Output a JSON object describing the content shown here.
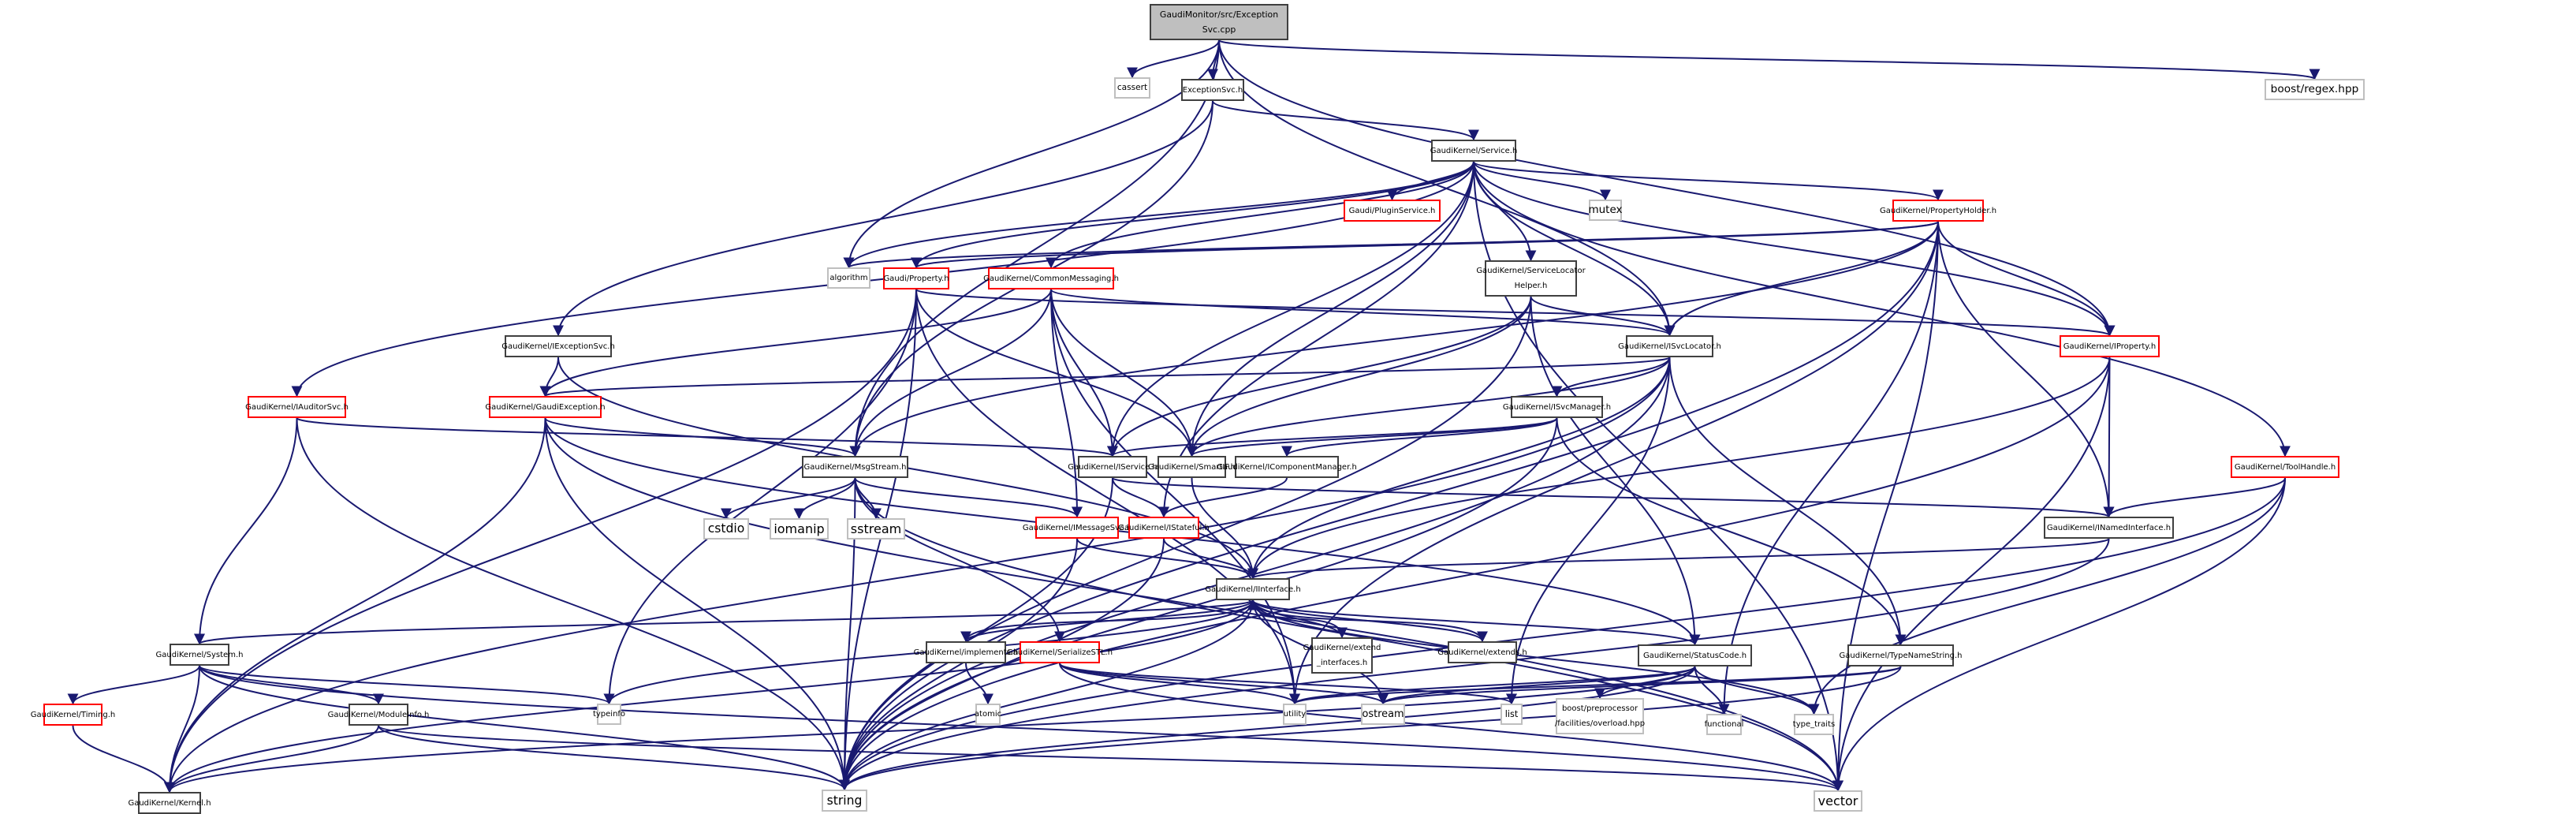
{
  "title": "GaudiMonitor/src/ExceptionSvc.cpp include dependency graph",
  "colors": {
    "edge": "#191970",
    "root_fill": "#bfbfbf",
    "node_border": "#404040",
    "truncated_border": "#ff0000",
    "system_border": "#bfbfbf"
  },
  "nodes": [
    {
      "id": "root",
      "label": "GaudiMonitor/src/Exception\nSvc.cpp",
      "kind": "root"
    },
    {
      "id": "cassert",
      "label": "cassert",
      "kind": "ext"
    },
    {
      "id": "exsvc",
      "label": "ExceptionSvc.h",
      "kind": "normal"
    },
    {
      "id": "regex",
      "label": "boost/regex.hpp",
      "kind": "ext"
    },
    {
      "id": "service",
      "label": "GaudiKernel/Service.h",
      "kind": "normal"
    },
    {
      "id": "plugin",
      "label": "Gaudi/PluginService.h",
      "kind": "trunc"
    },
    {
      "id": "mutex",
      "label": "mutex",
      "kind": "ext"
    },
    {
      "id": "propholder",
      "label": "GaudiKernel/PropertyHolder.h",
      "kind": "trunc"
    },
    {
      "id": "algorithm",
      "label": "algorithm",
      "kind": "ext"
    },
    {
      "id": "property",
      "label": "Gaudi/Property.h",
      "kind": "trunc"
    },
    {
      "id": "commonmsg",
      "label": "GaudiKernel/CommonMessaging.h",
      "kind": "trunc"
    },
    {
      "id": "slhelper",
      "label": "GaudiKernel/ServiceLocator\nHelper.h",
      "kind": "normal"
    },
    {
      "id": "isvcloc",
      "label": "GaudiKernel/ISvcLocator.h",
      "kind": "normal"
    },
    {
      "id": "iproperty",
      "label": "GaudiKernel/IProperty.h",
      "kind": "trunc"
    },
    {
      "id": "iexsvc",
      "label": "GaudiKernel/IExceptionSvc.h",
      "kind": "normal"
    },
    {
      "id": "iauditor",
      "label": "GaudiKernel/IAuditorSvc.h",
      "kind": "trunc"
    },
    {
      "id": "gaudiex",
      "label": "GaudiKernel/GaudiException.h",
      "kind": "trunc"
    },
    {
      "id": "isvcmgr",
      "label": "GaudiKernel/ISvcManager.h",
      "kind": "normal"
    },
    {
      "id": "msgstream",
      "label": "GaudiKernel/MsgStream.h",
      "kind": "normal"
    },
    {
      "id": "iservice",
      "label": "GaudiKernel/IService.h",
      "kind": "normal"
    },
    {
      "id": "smartif",
      "label": "GaudiKernel/SmartIF.h",
      "kind": "normal"
    },
    {
      "id": "icompmgr",
      "label": "GaudiKernel/IComponentManager.h",
      "kind": "normal"
    },
    {
      "id": "toolhandle",
      "label": "GaudiKernel/ToolHandle.h",
      "kind": "trunc"
    },
    {
      "id": "cstdio",
      "label": "cstdio",
      "kind": "ext"
    },
    {
      "id": "iomanip",
      "label": "iomanip",
      "kind": "ext"
    },
    {
      "id": "sstream",
      "label": "sstream",
      "kind": "ext"
    },
    {
      "id": "imsgsvc",
      "label": "GaudiKernel/IMessageSvc.h",
      "kind": "trunc"
    },
    {
      "id": "istateful",
      "label": "GaudiKernel/IStateful.h",
      "kind": "trunc"
    },
    {
      "id": "inamed",
      "label": "GaudiKernel/INamedInterface.h",
      "kind": "normal"
    },
    {
      "id": "iinterface",
      "label": "GaudiKernel/IInterface.h",
      "kind": "normal"
    },
    {
      "id": "system",
      "label": "GaudiKernel/System.h",
      "kind": "normal"
    },
    {
      "id": "implements",
      "label": "GaudiKernel/implements.h",
      "kind": "normal"
    },
    {
      "id": "serialize",
      "label": "GaudiKernel/SerializeSTL.h",
      "kind": "trunc"
    },
    {
      "id": "extendif",
      "label": "GaudiKernel/extend\n_interfaces.h",
      "kind": "normal"
    },
    {
      "id": "extends",
      "label": "GaudiKernel/extends.h",
      "kind": "normal"
    },
    {
      "id": "statuscode",
      "label": "GaudiKernel/StatusCode.h",
      "kind": "normal"
    },
    {
      "id": "typename",
      "label": "GaudiKernel/TypeNameString.h",
      "kind": "normal"
    },
    {
      "id": "timing",
      "label": "GaudiKernel/Timing.h",
      "kind": "trunc"
    },
    {
      "id": "moduleinfo",
      "label": "GaudiKernel/ModuleInfo.h",
      "kind": "normal"
    },
    {
      "id": "typeinfo",
      "label": "typeinfo",
      "kind": "ext"
    },
    {
      "id": "atomic",
      "label": "atomic",
      "kind": "ext"
    },
    {
      "id": "utility",
      "label": "utility",
      "kind": "ext"
    },
    {
      "id": "ostream",
      "label": "ostream",
      "kind": "ext"
    },
    {
      "id": "list",
      "label": "list",
      "kind": "ext"
    },
    {
      "id": "boostpp",
      "label": "boost/preprocessor\n/facilities/overload.hpp",
      "kind": "ext"
    },
    {
      "id": "functional",
      "label": "functional",
      "kind": "ext"
    },
    {
      "id": "typetraits",
      "label": "type_traits",
      "kind": "ext"
    },
    {
      "id": "kernel",
      "label": "GaudiKernel/Kernel.h",
      "kind": "normal"
    },
    {
      "id": "string",
      "label": "string",
      "kind": "ext"
    },
    {
      "id": "vector",
      "label": "vector",
      "kind": "ext"
    }
  ],
  "edges": [
    [
      "root",
      "cassert"
    ],
    [
      "root",
      "exsvc"
    ],
    [
      "root",
      "regex"
    ],
    [
      "root",
      "algorithm"
    ],
    [
      "root",
      "isvcloc"
    ],
    [
      "root",
      "iproperty"
    ],
    [
      "root",
      "msgstream"
    ],
    [
      "exsvc",
      "service"
    ],
    [
      "exsvc",
      "iexsvc"
    ],
    [
      "exsvc",
      "msgstream"
    ],
    [
      "service",
      "plugin"
    ],
    [
      "service",
      "mutex"
    ],
    [
      "service",
      "propholder"
    ],
    [
      "service",
      "property"
    ],
    [
      "service",
      "commonmsg"
    ],
    [
      "service",
      "slhelper"
    ],
    [
      "service",
      "isvcloc"
    ],
    [
      "service",
      "iproperty"
    ],
    [
      "service",
      "iauditor"
    ],
    [
      "service",
      "iservice"
    ],
    [
      "service",
      "smartif"
    ],
    [
      "service",
      "istateful"
    ],
    [
      "service",
      "toolhandle"
    ],
    [
      "service",
      "vector"
    ],
    [
      "service",
      "algorithm"
    ],
    [
      "propholder",
      "algorithm"
    ],
    [
      "propholder",
      "property"
    ],
    [
      "propholder",
      "isvcloc"
    ],
    [
      "propholder",
      "iproperty"
    ],
    [
      "propholder",
      "inamed"
    ],
    [
      "propholder",
      "msgstream"
    ],
    [
      "propholder",
      "utility"
    ],
    [
      "propholder",
      "functional"
    ],
    [
      "propholder",
      "string"
    ],
    [
      "propholder",
      "vector"
    ],
    [
      "property",
      "iproperty"
    ],
    [
      "property",
      "smartif"
    ],
    [
      "property",
      "string"
    ],
    [
      "property",
      "typeinfo"
    ],
    [
      "property",
      "utility"
    ],
    [
      "property",
      "kernel"
    ],
    [
      "commonmsg",
      "isvcloc"
    ],
    [
      "commonmsg",
      "iservice"
    ],
    [
      "commonmsg",
      "smartif"
    ],
    [
      "commonmsg",
      "msgstream"
    ],
    [
      "commonmsg",
      "imsgsvc"
    ],
    [
      "commonmsg",
      "gaudiex"
    ],
    [
      "commonmsg",
      "utility"
    ],
    [
      "slhelper",
      "isvcloc"
    ],
    [
      "slhelper",
      "iservice"
    ],
    [
      "slhelper",
      "smartif"
    ],
    [
      "slhelper",
      "statuscode"
    ],
    [
      "slhelper",
      "string"
    ],
    [
      "isvcloc",
      "isvcmgr"
    ],
    [
      "isvcloc",
      "iinterface"
    ],
    [
      "isvcloc",
      "smartif"
    ],
    [
      "isvcloc",
      "gaudiex"
    ],
    [
      "isvcloc",
      "typename"
    ],
    [
      "isvcloc",
      "string"
    ],
    [
      "isvcloc",
      "list"
    ],
    [
      "isvcloc",
      "kernel"
    ],
    [
      "iproperty",
      "inamed"
    ],
    [
      "iproperty",
      "iinterface"
    ],
    [
      "iproperty",
      "string"
    ],
    [
      "iproperty",
      "vector"
    ],
    [
      "iexsvc",
      "gaudiex"
    ],
    [
      "iexsvc",
      "iinterface"
    ],
    [
      "iauditor",
      "iservice"
    ],
    [
      "iauditor",
      "system"
    ],
    [
      "iauditor",
      "string"
    ],
    [
      "gaudiex",
      "msgstream"
    ],
    [
      "gaudiex",
      "statuscode"
    ],
    [
      "gaudiex",
      "kernel"
    ],
    [
      "gaudiex",
      "string"
    ],
    [
      "gaudiex",
      "vector"
    ],
    [
      "isvcmgr",
      "iservice"
    ],
    [
      "isvcmgr",
      "smartif"
    ],
    [
      "isvcmgr",
      "icompmgr"
    ],
    [
      "isvcmgr",
      "typename"
    ],
    [
      "isvcmgr",
      "string"
    ],
    [
      "msgstream",
      "cstdio"
    ],
    [
      "msgstream",
      "iomanip"
    ],
    [
      "msgstream",
      "sstream"
    ],
    [
      "msgstream",
      "imsgsvc"
    ],
    [
      "msgstream",
      "serialize"
    ],
    [
      "msgstream",
      "string"
    ],
    [
      "msgstream",
      "vector"
    ],
    [
      "iservice",
      "istateful"
    ],
    [
      "iservice",
      "inamed"
    ],
    [
      "iservice",
      "string"
    ],
    [
      "smartif",
      "iinterface"
    ],
    [
      "icompmgr",
      "istateful"
    ],
    [
      "toolhandle",
      "inamed"
    ],
    [
      "toolhandle",
      "typetraits"
    ],
    [
      "toolhandle",
      "string"
    ],
    [
      "toolhandle",
      "vector"
    ],
    [
      "imsgsvc",
      "iinterface"
    ],
    [
      "imsgsvc",
      "string"
    ],
    [
      "istateful",
      "iinterface"
    ],
    [
      "istateful",
      "string"
    ],
    [
      "inamed",
      "iinterface"
    ],
    [
      "inamed",
      "string"
    ],
    [
      "iinterface",
      "system"
    ],
    [
      "iinterface",
      "implements"
    ],
    [
      "iinterface",
      "extendif"
    ],
    [
      "iinterface",
      "extends"
    ],
    [
      "iinterface",
      "statuscode"
    ],
    [
      "iinterface",
      "typeinfo"
    ],
    [
      "iinterface",
      "ostream"
    ],
    [
      "iinterface",
      "typetraits"
    ],
    [
      "iinterface",
      "kernel"
    ],
    [
      "iinterface",
      "string"
    ],
    [
      "implements",
      "iinterface"
    ],
    [
      "implements",
      "atomic"
    ],
    [
      "extendif",
      "iinterface"
    ],
    [
      "extends",
      "iinterface"
    ],
    [
      "serialize",
      "utility"
    ],
    [
      "serialize",
      "ostream"
    ],
    [
      "serialize",
      "list"
    ],
    [
      "serialize",
      "vector"
    ],
    [
      "statuscode",
      "boostpp"
    ],
    [
      "statuscode",
      "functional"
    ],
    [
      "statuscode",
      "typetraits"
    ],
    [
      "statuscode",
      "utility"
    ],
    [
      "statuscode",
      "ostream"
    ],
    [
      "statuscode",
      "kernel"
    ],
    [
      "statuscode",
      "string"
    ],
    [
      "typename",
      "utility"
    ],
    [
      "typename",
      "ostream"
    ],
    [
      "typename",
      "string"
    ],
    [
      "system",
      "timing"
    ],
    [
      "system",
      "moduleinfo"
    ],
    [
      "system",
      "typeinfo"
    ],
    [
      "system",
      "kernel"
    ],
    [
      "system",
      "string"
    ],
    [
      "system",
      "vector"
    ],
    [
      "timing",
      "kernel"
    ],
    [
      "moduleinfo",
      "kernel"
    ],
    [
      "moduleinfo",
      "string"
    ],
    [
      "moduleinfo",
      "vector"
    ]
  ]
}
